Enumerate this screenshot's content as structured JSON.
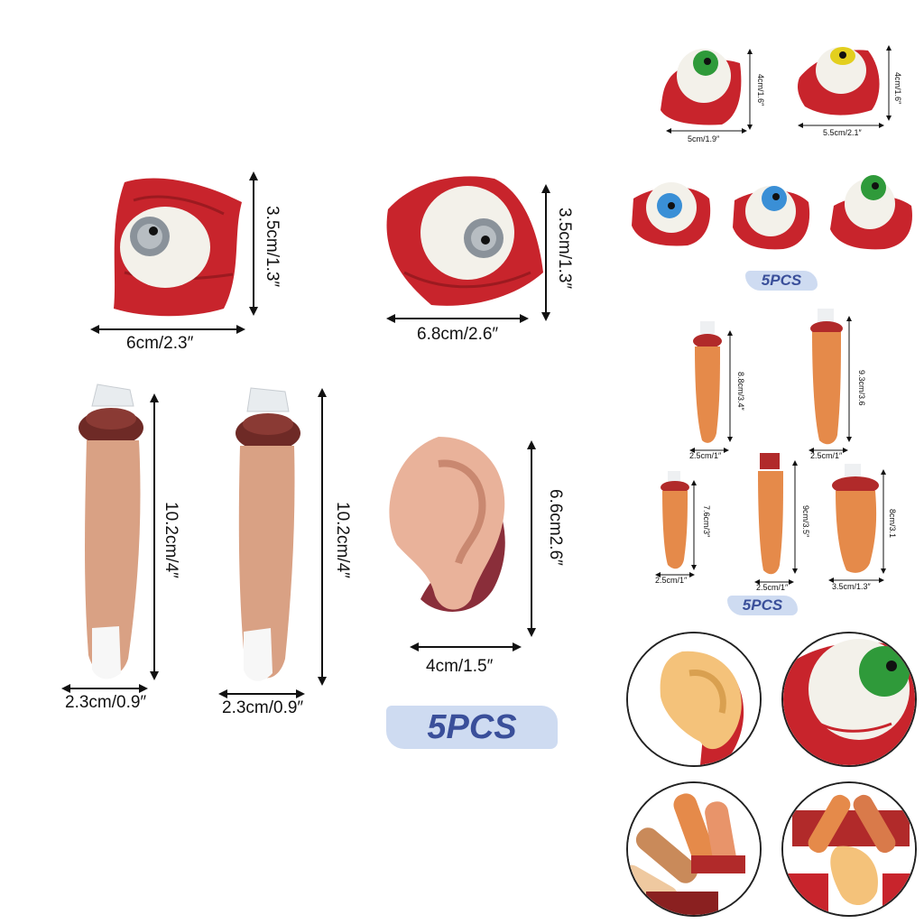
{
  "labels": {
    "eye1_width": "6cm/2.3″",
    "eye1_height": "3.5cm/1.3″",
    "eye2_width": "6.8cm/2.6″",
    "eye2_height": "3.5cm/1.3″",
    "finger1_width": "2.3cm/0.9″",
    "finger1_height": "10.2cm/4″",
    "finger2_width": "2.3cm/0.9″",
    "finger2_height": "10.2cm/4″",
    "ear_width": "4cm/1.5″",
    "ear_height": "6.6cm2.6″",
    "badge_main": "5PCS",
    "small_eye1_width": "5cm/1.9″",
    "small_eye1_height": "4cm/1.6″",
    "small_eye2_width": "5.5cm/2.1″",
    "small_eye2_height": "4cm/1.6″",
    "badge_eyes": "5PCS",
    "sf1_width": "2.5cm/1″",
    "sf1_height": "8.8cm/3.4″",
    "sf2_width": "2.5cm/1″",
    "sf2_height": "9.3cm/3.6",
    "sf3_width": "2.5cm/1″",
    "sf3_height": "7.6cm/3″",
    "sf4_width": "2.5cm/1″",
    "sf4_height": "9cm/3.5″",
    "sf5_width": "3.5cm/1.3″",
    "sf5_height": "8cm/3.1",
    "badge_fingers": "5PCS"
  },
  "colors": {
    "flesh_red": "#c8242c",
    "eye_white": "#f3f1ea",
    "iris_grey": "#8a929a",
    "iris_green": "#2f9a3a",
    "iris_yellow": "#e3cf1e",
    "iris_blue": "#3a8fd6",
    "finger_skin": "#d9a184",
    "finger_orange": "#e58a4a",
    "ear_skin": "#e9b29a",
    "badge_text": "#3a4f9a",
    "badge_bg": "#c9d7ef"
  }
}
